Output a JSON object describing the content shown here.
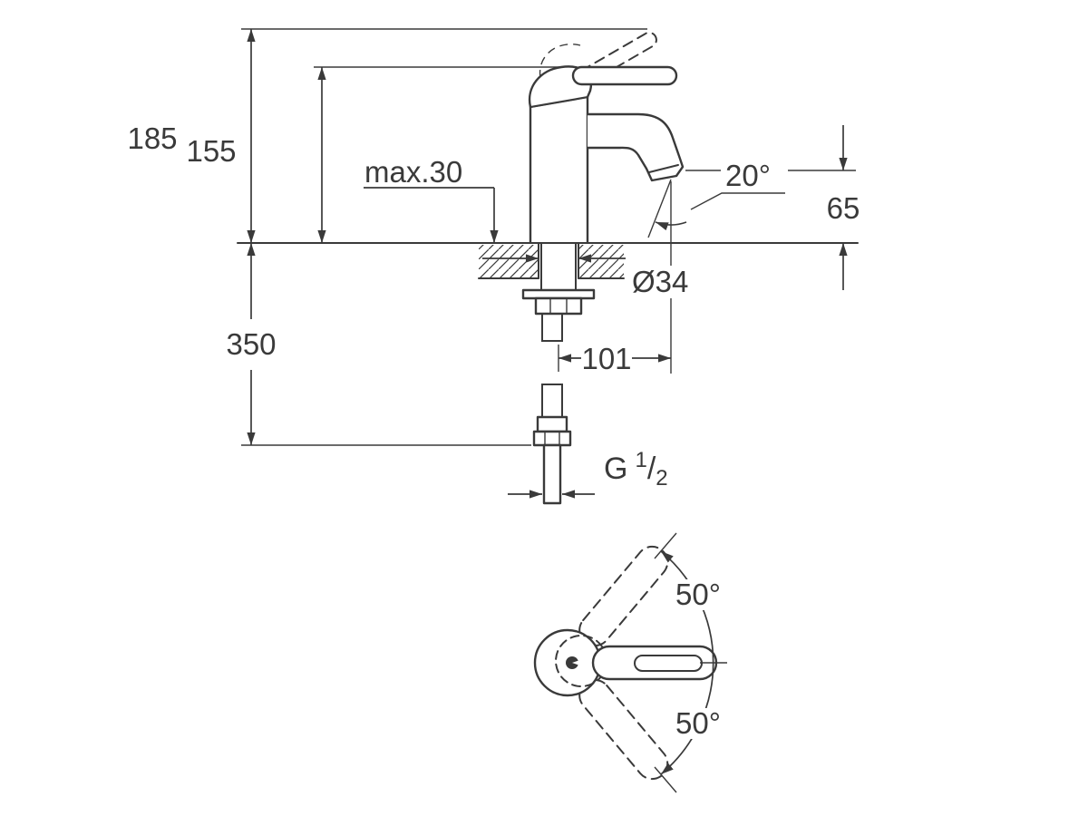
{
  "colors": {
    "line": "#3a3a3a",
    "background": "#ffffff"
  },
  "labels": {
    "total_height": "185",
    "body_height": "155",
    "max_deck_thickness": "max.30",
    "aerator_angle": "20°",
    "outlet_height": "65",
    "hose_drop": "350",
    "hole_diameter": "Ø34",
    "spout_projection": "101",
    "swivel_upper": "50°",
    "swivel_lower": "50°",
    "thread": {
      "letter": "G",
      "numerator": "1",
      "slash": "/",
      "denominator": "2"
    }
  }
}
